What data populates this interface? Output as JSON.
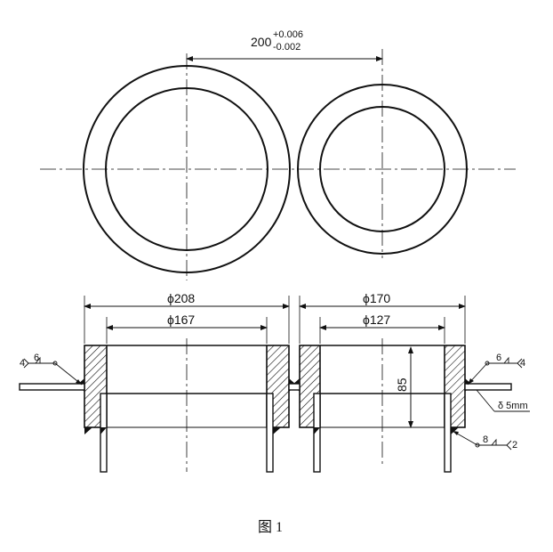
{
  "top_dimension": {
    "nominal": "200",
    "upper_tol": "+0.006",
    "lower_tol": "-0.002"
  },
  "left_part": {
    "outer_dia": "ϕ208",
    "inner_dia": "ϕ167"
  },
  "right_part": {
    "outer_dia": "ϕ170",
    "inner_dia": "ϕ127",
    "height": "85"
  },
  "weld_symbols": {
    "left": {
      "leg": "6",
      "count": "4"
    },
    "right_upper": {
      "leg": "6",
      "count": "4"
    },
    "right_lower": {
      "leg": "8",
      "count": "2"
    }
  },
  "plate_thickness": "δ 5mm",
  "caption": "图 1"
}
